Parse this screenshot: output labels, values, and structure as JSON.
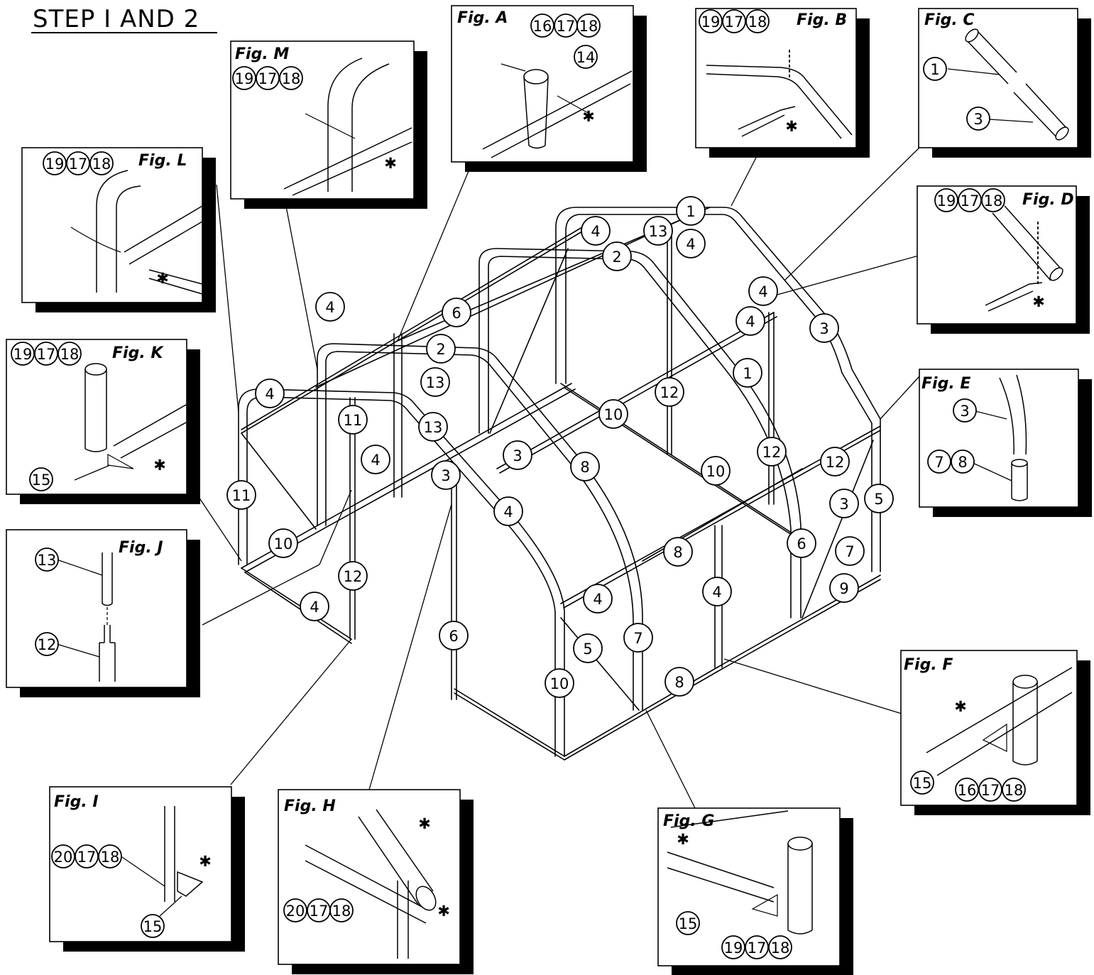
{
  "title": "STEP I AND 2",
  "figures": [
    {
      "id": "A",
      "label": "Fig. A",
      "callouts": [
        "16",
        "17",
        "18",
        "14"
      ]
    },
    {
      "id": "B",
      "label": "Fig. B",
      "callouts": [
        "19",
        "17",
        "18"
      ]
    },
    {
      "id": "C",
      "label": "Fig. C",
      "callouts": [
        "1",
        "3"
      ]
    },
    {
      "id": "D",
      "label": "Fig. D",
      "callouts": [
        "19",
        "17",
        "18"
      ]
    },
    {
      "id": "E",
      "label": "Fig. E",
      "callouts": [
        "3",
        "7",
        "8"
      ]
    },
    {
      "id": "F",
      "label": "Fig. F",
      "callouts": [
        "15",
        "16",
        "17",
        "18"
      ]
    },
    {
      "id": "G",
      "label": "Fig. G",
      "callouts": [
        "15",
        "19",
        "17",
        "18"
      ]
    },
    {
      "id": "H",
      "label": "Fig. H",
      "callouts": [
        "20",
        "17",
        "18"
      ]
    },
    {
      "id": "I",
      "label": "Fig. I",
      "callouts": [
        "20",
        "17",
        "18",
        "15"
      ]
    },
    {
      "id": "J",
      "label": "Fig. J",
      "callouts": [
        "13",
        "12"
      ]
    },
    {
      "id": "K",
      "label": "Fig. K",
      "callouts": [
        "19",
        "17",
        "18",
        "15"
      ]
    },
    {
      "id": "L",
      "label": "Fig. L",
      "callouts": [
        "19",
        "17",
        "18"
      ]
    },
    {
      "id": "M",
      "label": "Fig. M",
      "callouts": [
        "19",
        "17",
        "18"
      ]
    }
  ],
  "part_labels": [
    "1",
    "13",
    "4",
    "4",
    "2",
    "4",
    "6",
    "4",
    "2",
    "4",
    "3",
    "13",
    "1",
    "11",
    "13",
    "4",
    "3",
    "3",
    "8",
    "4",
    "12",
    "10",
    "12",
    "10",
    "11",
    "12",
    "4",
    "3",
    "5",
    "8",
    "6",
    "7",
    "10",
    "4",
    "9",
    "4",
    "5",
    "7",
    "12",
    "6",
    "8",
    "10",
    "4"
  ]
}
